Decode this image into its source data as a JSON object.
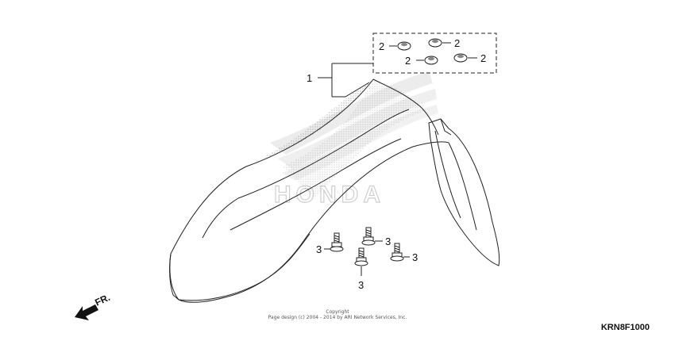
{
  "callouts": {
    "main_part": "1",
    "grommet_a": "2",
    "grommet_b": "2",
    "grommet_c": "2",
    "grommet_d": "2",
    "bolt_a": "3",
    "bolt_b": "3",
    "bolt_c": "3",
    "bolt_d": "3"
  },
  "copyright": {
    "line1": "Copyright",
    "line2": "Page design (c) 2004 - 2014 by ARI Network Services, Inc."
  },
  "diagram_code": "KRN8F1000",
  "direction_label": "FR.",
  "watermark_text": "HONDA",
  "colors": {
    "ink": "#111111",
    "stipple": "#9a9a9a",
    "watermark": "#d9d9d9"
  }
}
